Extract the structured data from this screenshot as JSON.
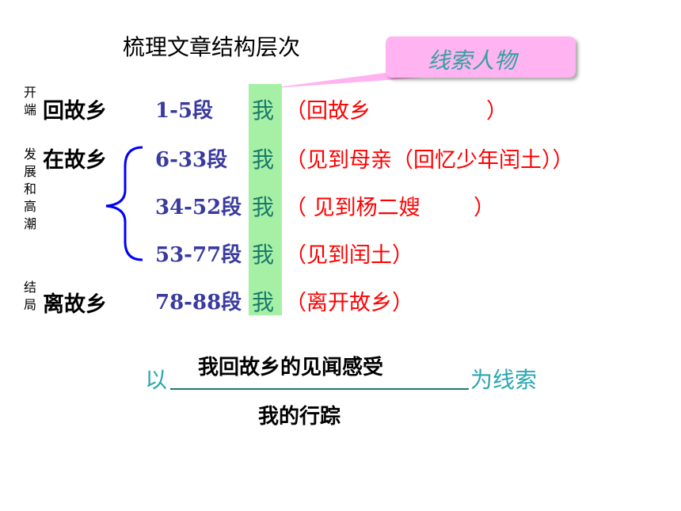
{
  "title": "梳理文章结构层次",
  "callout": "线索人物",
  "stages": {
    "start": "开端",
    "develop": "发展和高潮",
    "end": "结局"
  },
  "places": {
    "return": "回故乡",
    "in": "在故乡",
    "leave": "离故乡"
  },
  "rows": [
    {
      "para": "1-5段",
      "wo": "我",
      "content": "（回故乡",
      "close": "）"
    },
    {
      "para": "6-33段",
      "wo": "我",
      "content": "（见到母亲（回忆少年闰土））",
      "close": ""
    },
    {
      "para": "34-52段",
      "wo": "我",
      "content": "（ 见到杨二嫂",
      "close": "）"
    },
    {
      "para": "53-77段",
      "wo": "我",
      "content": "（见到闰土）",
      "close": ""
    },
    {
      "para": "78-88段",
      "wo": "我",
      "content": "（离开故乡）",
      "close": ""
    }
  ],
  "summary": {
    "prefix": "以",
    "fill_top": "我回故乡的见闻感受",
    "suffix": "为线索",
    "fill_bottom": "我的行踪"
  },
  "colors": {
    "callout_bg": "#ffb3f0",
    "highlight": "#a6f0a6",
    "content_red": "#ff0000",
    "para_blue": "#3a3aa0",
    "brace_blue": "#0000ff",
    "summary_teal": "#2aa7b0"
  }
}
